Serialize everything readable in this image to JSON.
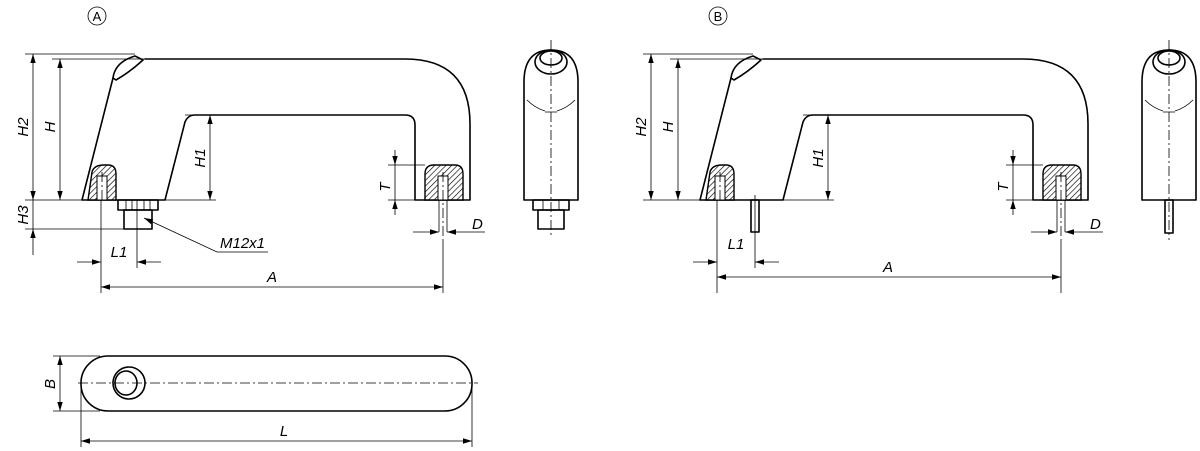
{
  "views": {
    "a": {
      "marker": "A",
      "dims": {
        "H2": "H2",
        "H": "H",
        "H1": "H1",
        "H3": "H3",
        "T": "T",
        "D": "D",
        "L1": "L1",
        "A": "A"
      },
      "thread": "M12x1"
    },
    "b": {
      "marker": "B",
      "dims": {
        "H2": "H2",
        "H": "H",
        "H1": "H1",
        "T": "T",
        "D": "D",
        "L1": "L1",
        "A": "A"
      }
    },
    "top": {
      "dims": {
        "B": "B",
        "L": "L"
      }
    }
  }
}
